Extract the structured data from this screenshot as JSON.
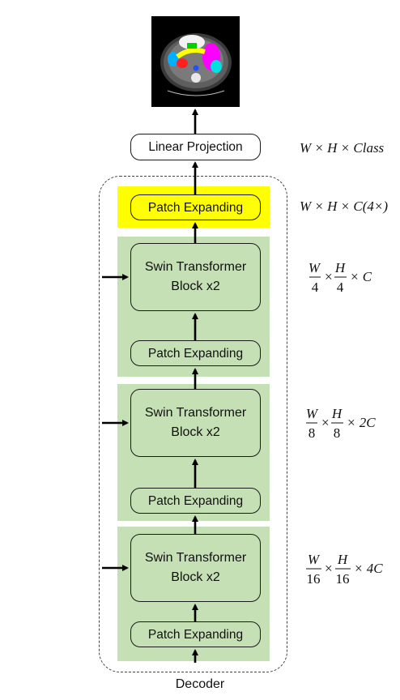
{
  "output_image": {
    "alt_label": ""
  },
  "linear_projection": {
    "label": "Linear Projection",
    "dims": "W × H × Class"
  },
  "final_expand": {
    "label": "Patch Expanding",
    "dims": "W × H × C(4×)"
  },
  "stages": [
    {
      "block_label": "Swin Transformer\nBlock x2",
      "expand_label": "Patch Expanding",
      "dims": {
        "w_num": "W",
        "w_den": "4",
        "h_num": "H",
        "h_den": "4",
        "suffix": "× C"
      }
    },
    {
      "block_label": "Swin Transformer\nBlock x2",
      "expand_label": "Patch Expanding",
      "dims": {
        "w_num": "W",
        "w_den": "8",
        "h_num": "H",
        "h_den": "8",
        "suffix": "× 2C"
      }
    },
    {
      "block_label": "Swin Transformer\nBlock x2",
      "expand_label": "Patch Expanding",
      "dims": {
        "w_num": "W",
        "w_den": "16",
        "h_num": "H",
        "h_den": "16",
        "suffix": "× 4C"
      }
    }
  ],
  "caption": "Decoder",
  "colors": {
    "stage_bg": "#c5e0b4",
    "highlight": "#ffff00",
    "line": "#000000"
  }
}
